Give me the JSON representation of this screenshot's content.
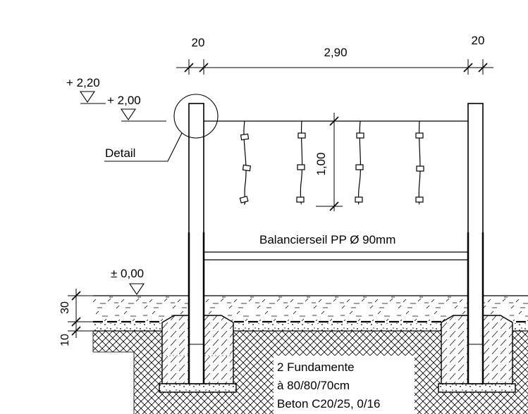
{
  "dimensions": {
    "left_post_width": "20",
    "span": "2,90",
    "right_post_width": "20",
    "hang_height": "1,00",
    "soil_layer": "30",
    "gravel_layer": "10"
  },
  "levels": {
    "top": "+ 2,20",
    "rope": "+ 2,00",
    "ground": "± 0,00"
  },
  "labels": {
    "detail": "Detail",
    "rope": "Balancierseil PP Ø 90mm",
    "foundation_line1": "2 Fundamente",
    "foundation_line2": "à 80/80/70cm",
    "foundation_line3": "Beton C20/25, 0/16"
  },
  "colors": {
    "line": "#000000",
    "background": "#ffffff"
  }
}
